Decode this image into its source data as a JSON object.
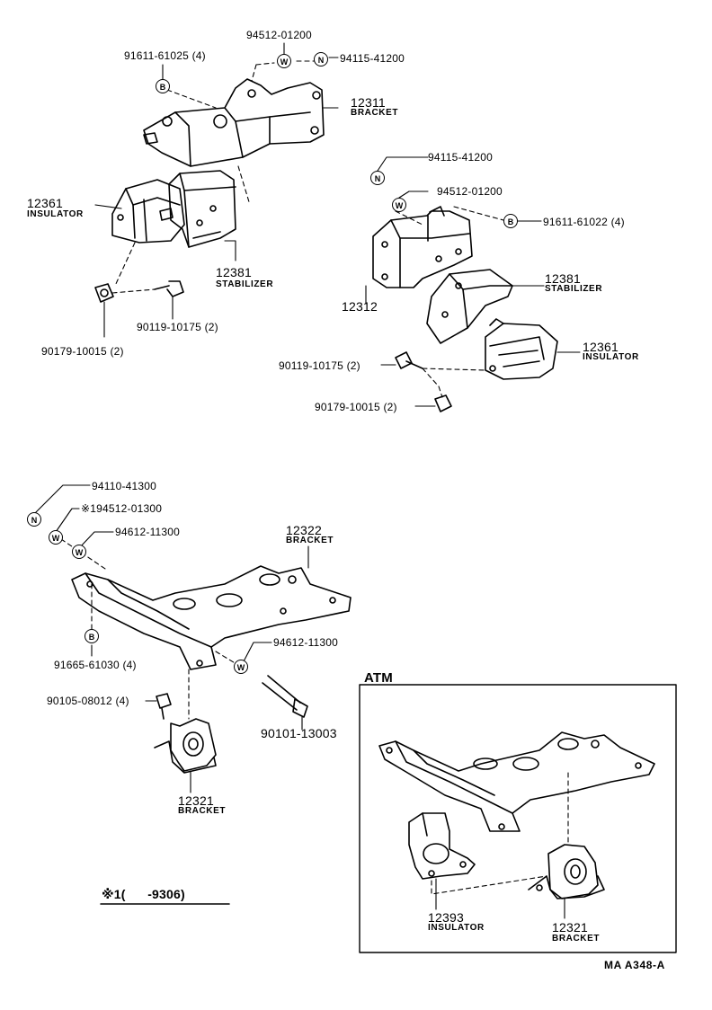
{
  "figure_code": "MA A348-A",
  "footnote": "※1(      -9306)",
  "atm_label": "ATM",
  "symbols": {
    "bolt": "B",
    "nut": "N",
    "washer": "W"
  },
  "top_left": {
    "p94512": "94512-01200",
    "p91611": "91611-61025 (4)",
    "p94115": "94115-41200",
    "bracket_no": "12311",
    "bracket_name": "BRACKET",
    "insulator_no": "12361",
    "insulator_name": "INSULATOR",
    "stabilizer_no": "12381",
    "stabilizer_name": "STABILIZER",
    "p90119": "90119-10175 (2)",
    "p90179": "90179-10015 (2)"
  },
  "top_right": {
    "p94115": "94115-41200",
    "p94512": "94512-01200",
    "p91611": "91611-61022 (4)",
    "bracket_no": "12312",
    "stabilizer_no": "12381",
    "stabilizer_name": "STABILIZER",
    "insulator_no": "12361",
    "insulator_name": "INSULATOR",
    "p90119": "90119-10175 (2)",
    "p90179": "90179-10015 (2)"
  },
  "bottom_left": {
    "p94110": "94110-41300",
    "p194512": "※194512-01300",
    "p94612a": "94612-11300",
    "bracket_no": "12322",
    "bracket_name": "BRACKET",
    "p91665": "91665-61030 (4)",
    "p94612b": "94612-11300",
    "p90105": "90105-08012 (4)",
    "p90101": "90101-13003",
    "bracket2_no": "12321",
    "bracket2_name": "BRACKET"
  },
  "atm": {
    "insulator_no": "12393",
    "insulator_name": "INSULATOR",
    "bracket_no": "12321",
    "bracket_name": "BRACKET"
  }
}
